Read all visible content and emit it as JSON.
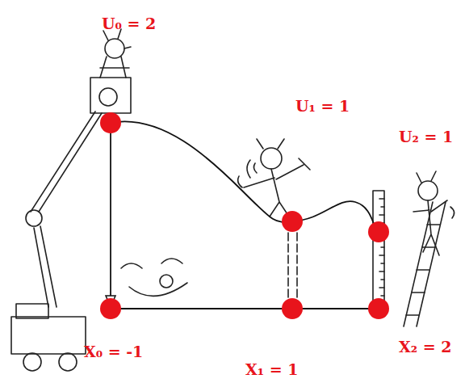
{
  "diagram": {
    "labels": [
      "U₀ = 2",
      "U₁ = 1",
      "U₂ = 1",
      "X₀ = -1",
      "X₁ = 1",
      "X₂ = 2"
    ]
  }
}
